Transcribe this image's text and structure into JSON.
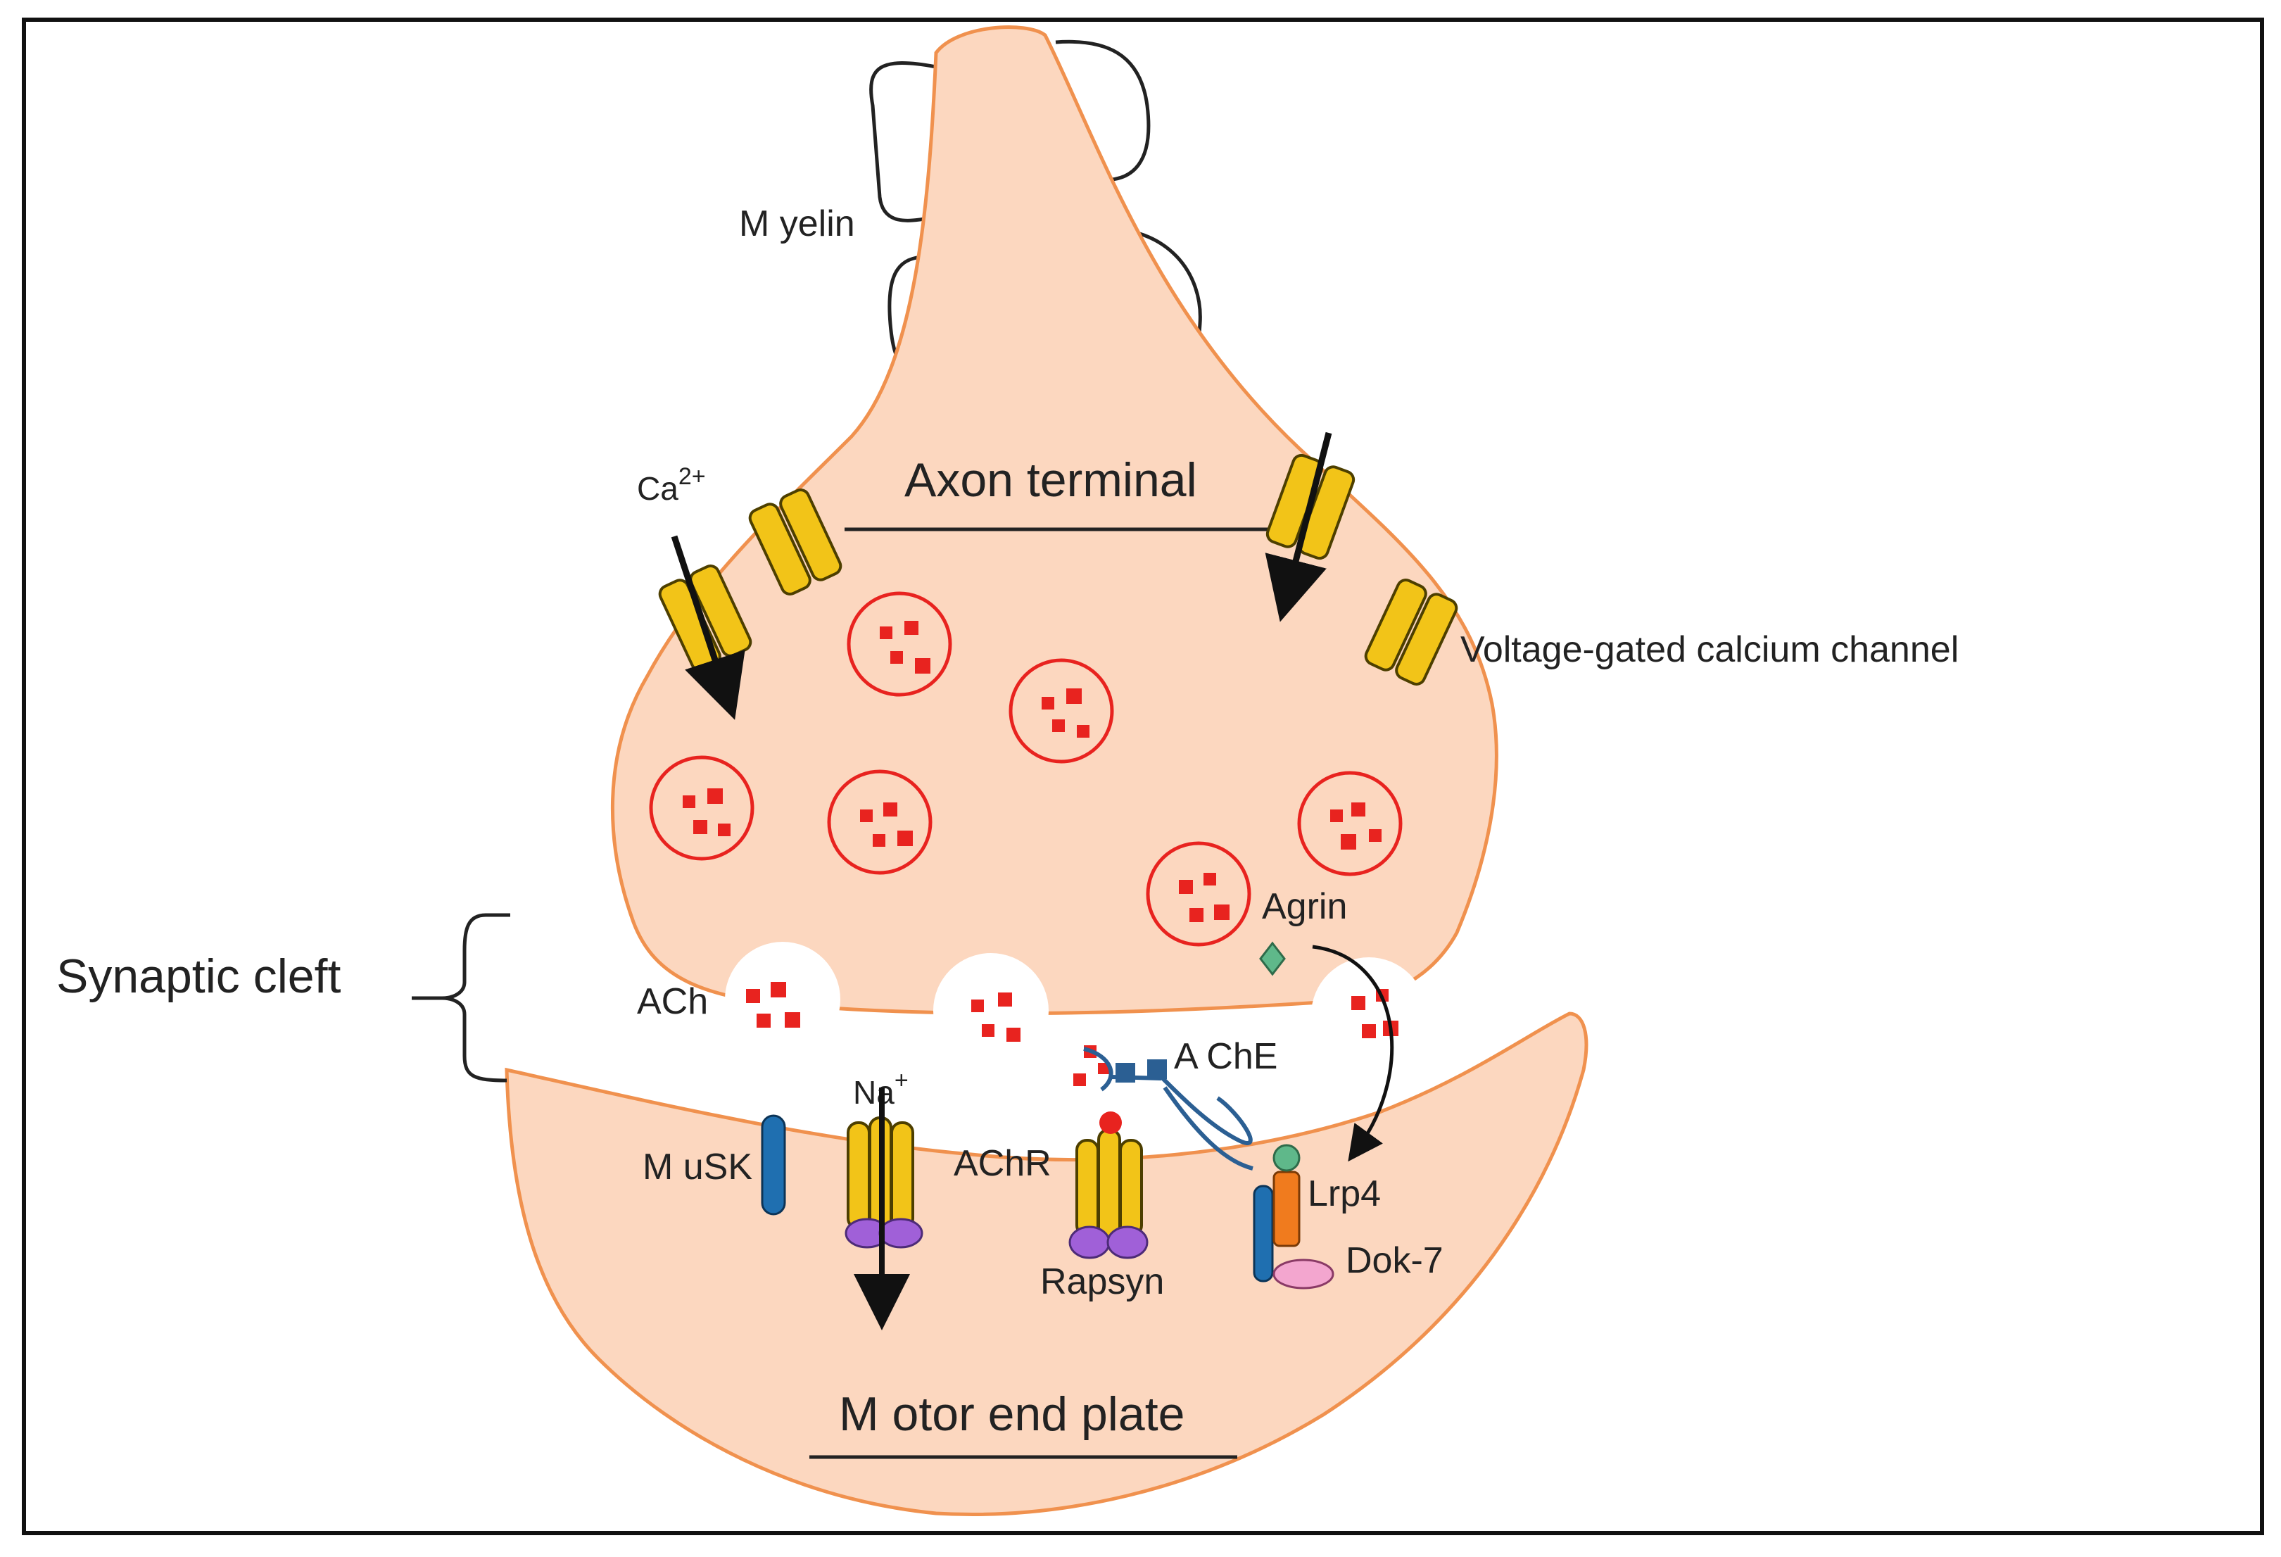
{
  "labels": {
    "myelin": "M yelin",
    "axon_terminal": "Axon terminal",
    "calcium": "Ca",
    "calcium_charge": "2+",
    "vgcc": "Voltage-gated calcium channel",
    "agrin": "Agrin",
    "synaptic_cleft": "Synaptic cleft",
    "ach": "ACh",
    "sodium": "Na",
    "sodium_charge": "+",
    "ache": "A ChE",
    "musk": "M uSK",
    "achr": "AChR",
    "lrp4": "Lrp4",
    "dok7": "Dok-7",
    "rapsyn": "Rapsyn",
    "motor_end_plate": "M otor end plate"
  },
  "colors": {
    "tissue": "#fcd7bf",
    "tissue_edge": "#f0914e",
    "channel": "#f2c418",
    "channel_edge": "#4d3f00",
    "vesicle": "#e8231f",
    "musk": "#1f6fb0",
    "rapsyn": "#a060d8",
    "lrp4": "#f07b1e",
    "dok7": "#f3a6cf",
    "agrin": "#5fb88a",
    "ache": "#2b5f93"
  }
}
